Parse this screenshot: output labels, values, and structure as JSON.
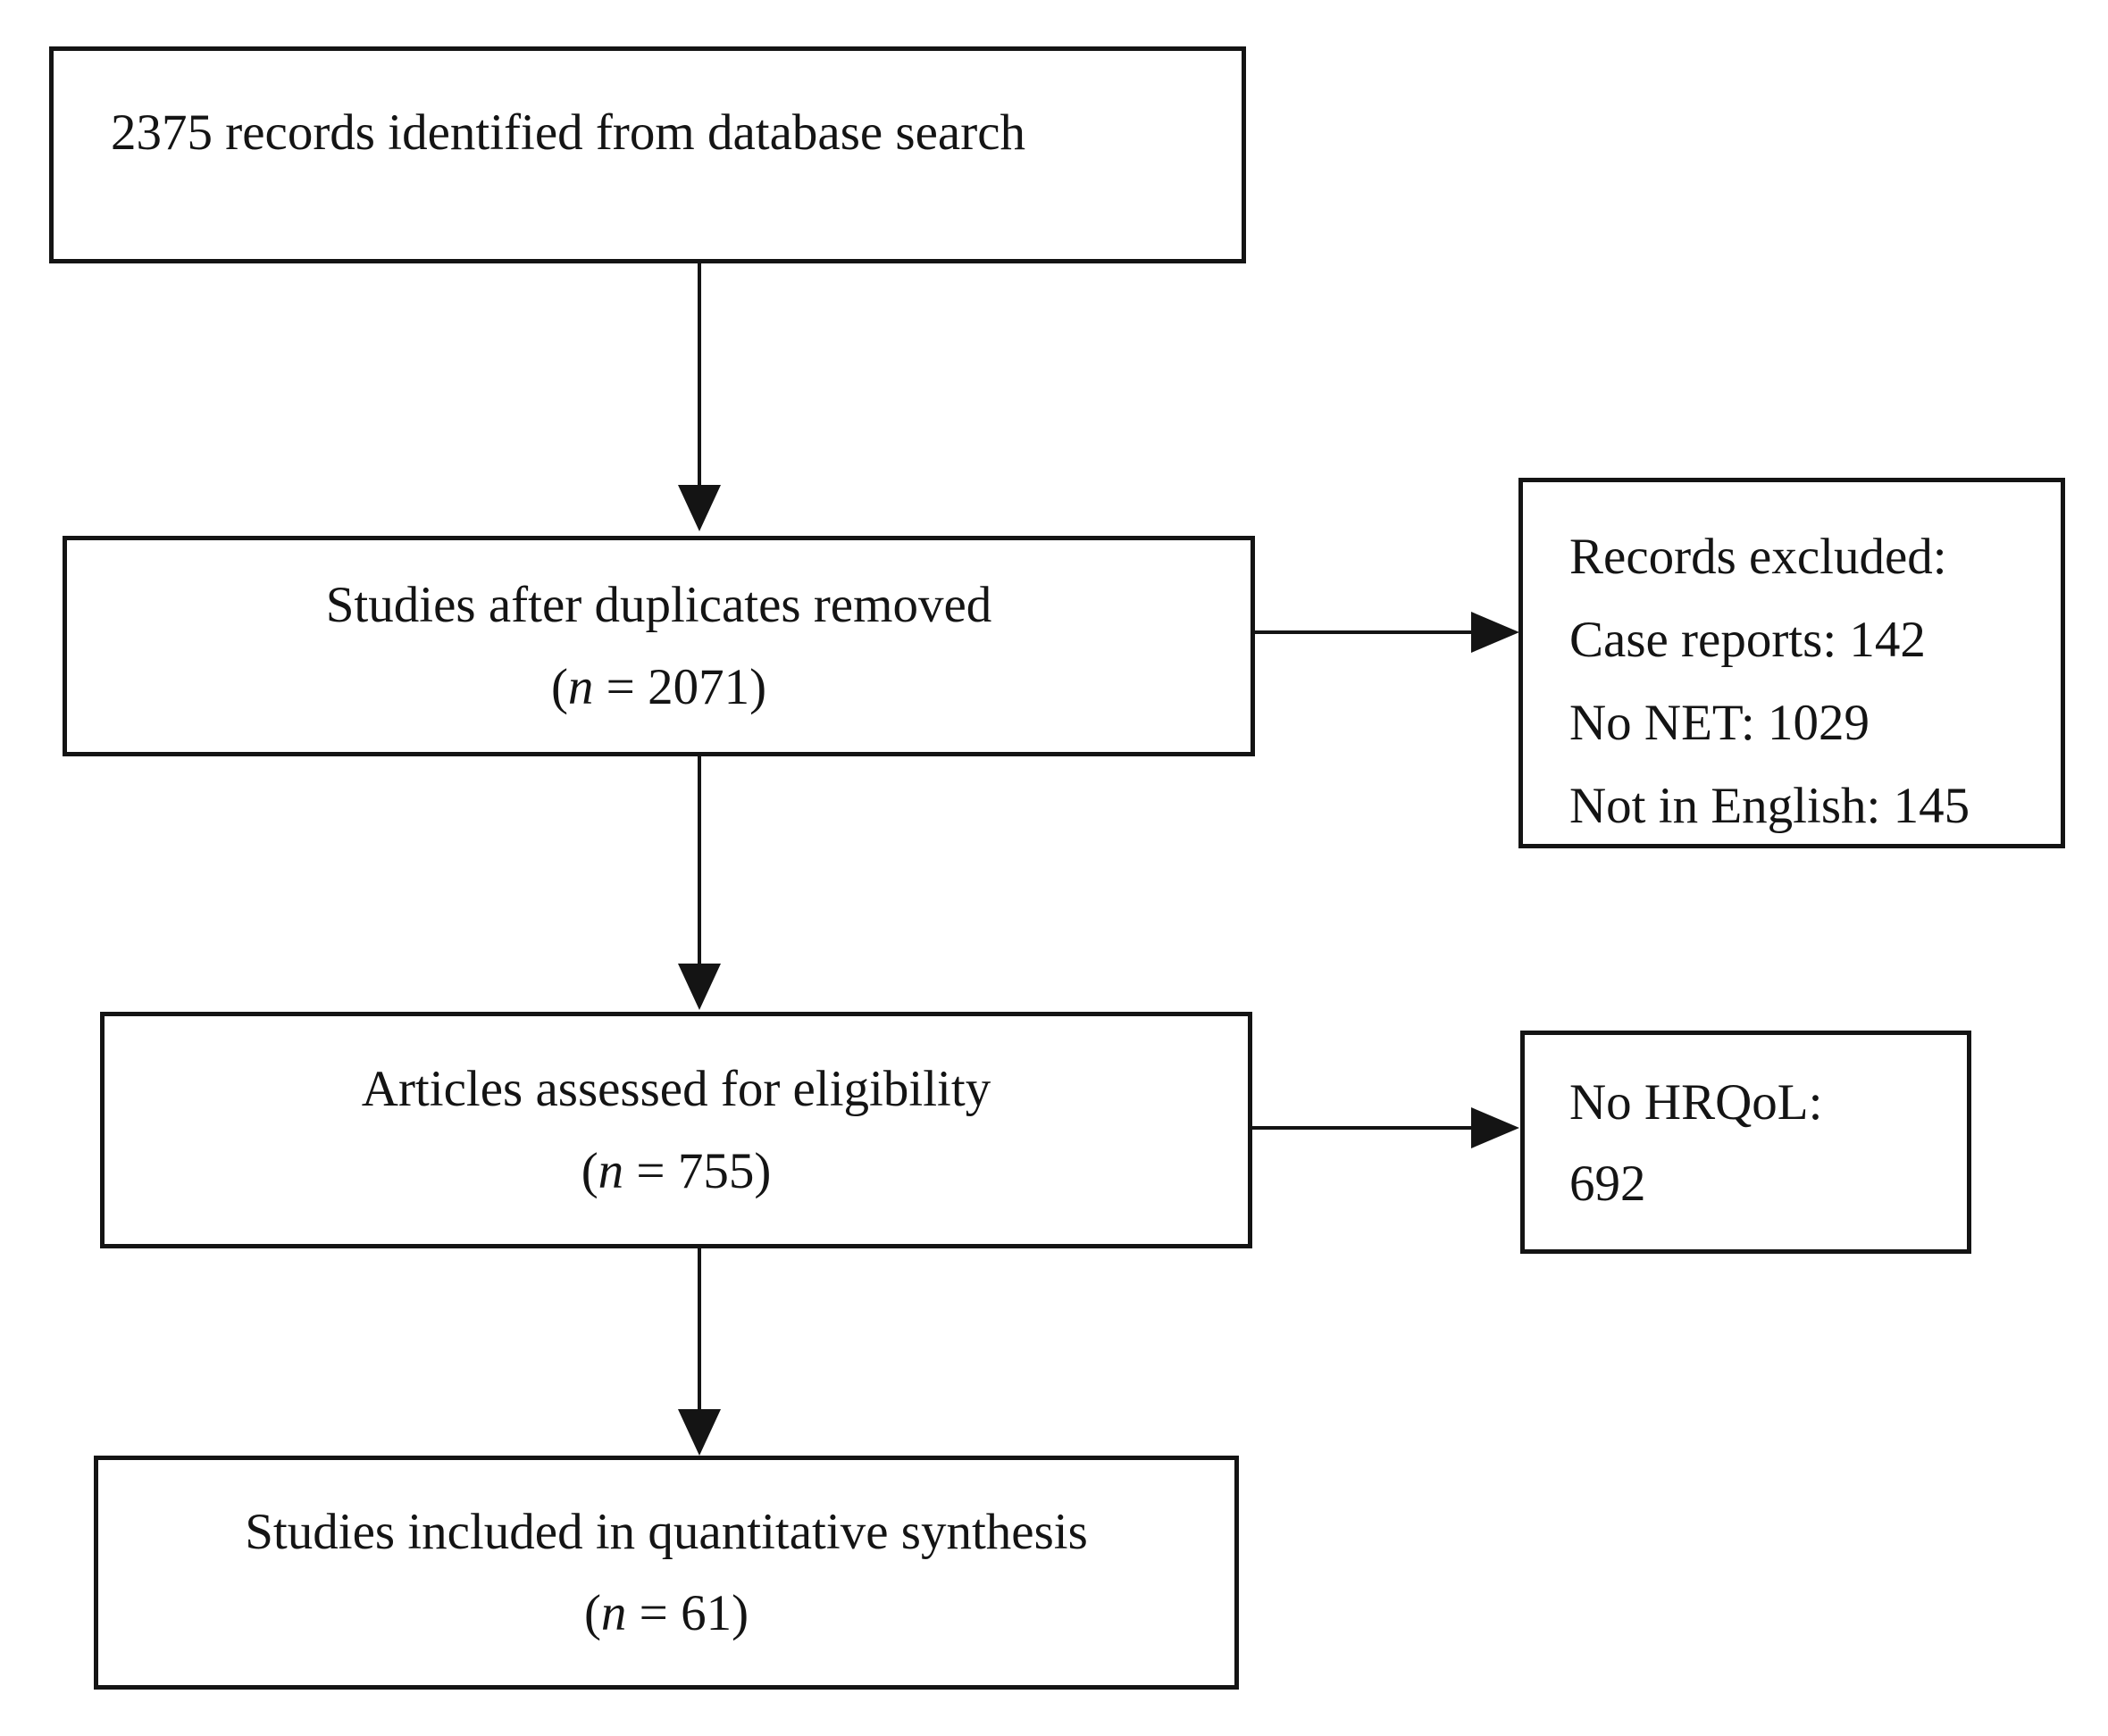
{
  "diagram": {
    "type": "flowchart",
    "boxes": {
      "identified": {
        "text": "2375 records identified from database search"
      },
      "duplicates_removed": {
        "line": "Studies after duplicates removed",
        "count_open": "(",
        "count_var": "n",
        "count_rest": " = 2071)"
      },
      "records_excluded": {
        "lines": [
          "Records excluded:",
          "Case reports: 142",
          "No NET: 1029",
          "Not in English: 145"
        ]
      },
      "eligibility": {
        "line": "Articles assessed for eligibility",
        "count_open": "(",
        "count_var": "n",
        "count_rest": " = 755)"
      },
      "no_hrqol": {
        "lines": [
          "No HRQoL:",
          "692"
        ]
      },
      "included": {
        "line": "Studies included in quantitative synthesis",
        "count_open": "(",
        "count_var": "n",
        "count_rest": " = 61)"
      }
    },
    "colors": {
      "ink": "#141414",
      "background": "#ffffff"
    }
  }
}
